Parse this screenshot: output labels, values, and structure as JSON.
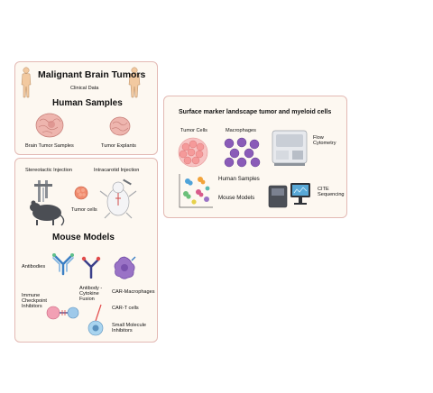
{
  "human_panel": {
    "title": "Malignant Brain Tumors",
    "clinical_data": "Clinical Data",
    "subtitle": "Human Samples",
    "brain_samples": "Brain Tumor Samples",
    "explants": "Tumor Explants"
  },
  "mouse_panel": {
    "stereotactic": "Stereotactic Injection",
    "intracarotid": "Intracarotid Injection",
    "tumor_cells": "Tumor cells",
    "title": "Mouse Models",
    "antibodies": "Antibodies",
    "immune_checkpoint": "Immune Checkpoint Inhibitors",
    "antibody_fusion": "Antibody - Cytokine Fusion",
    "car_macrophages": "CAR-Macrophages",
    "car_t": "CAR-T cells",
    "small_molecule": "Small Molecule Inhibitors"
  },
  "right_panel": {
    "title": "Surface marker landscape tumor and myeloid cells",
    "tumor_cells": "Tumor Cells",
    "macrophages": "Macrophages",
    "flow": "Flow Cytometry",
    "human_samples": "Human Samples",
    "mouse_models": "Mouse Models",
    "cite": "CITE Sequencing"
  },
  "colors": {
    "panel_bg": "#fdf8f1",
    "panel_border": "#e3b9b4",
    "tissue_pink": "#e9a9a6",
    "macrophage_purple": "#8a5bb8"
  }
}
